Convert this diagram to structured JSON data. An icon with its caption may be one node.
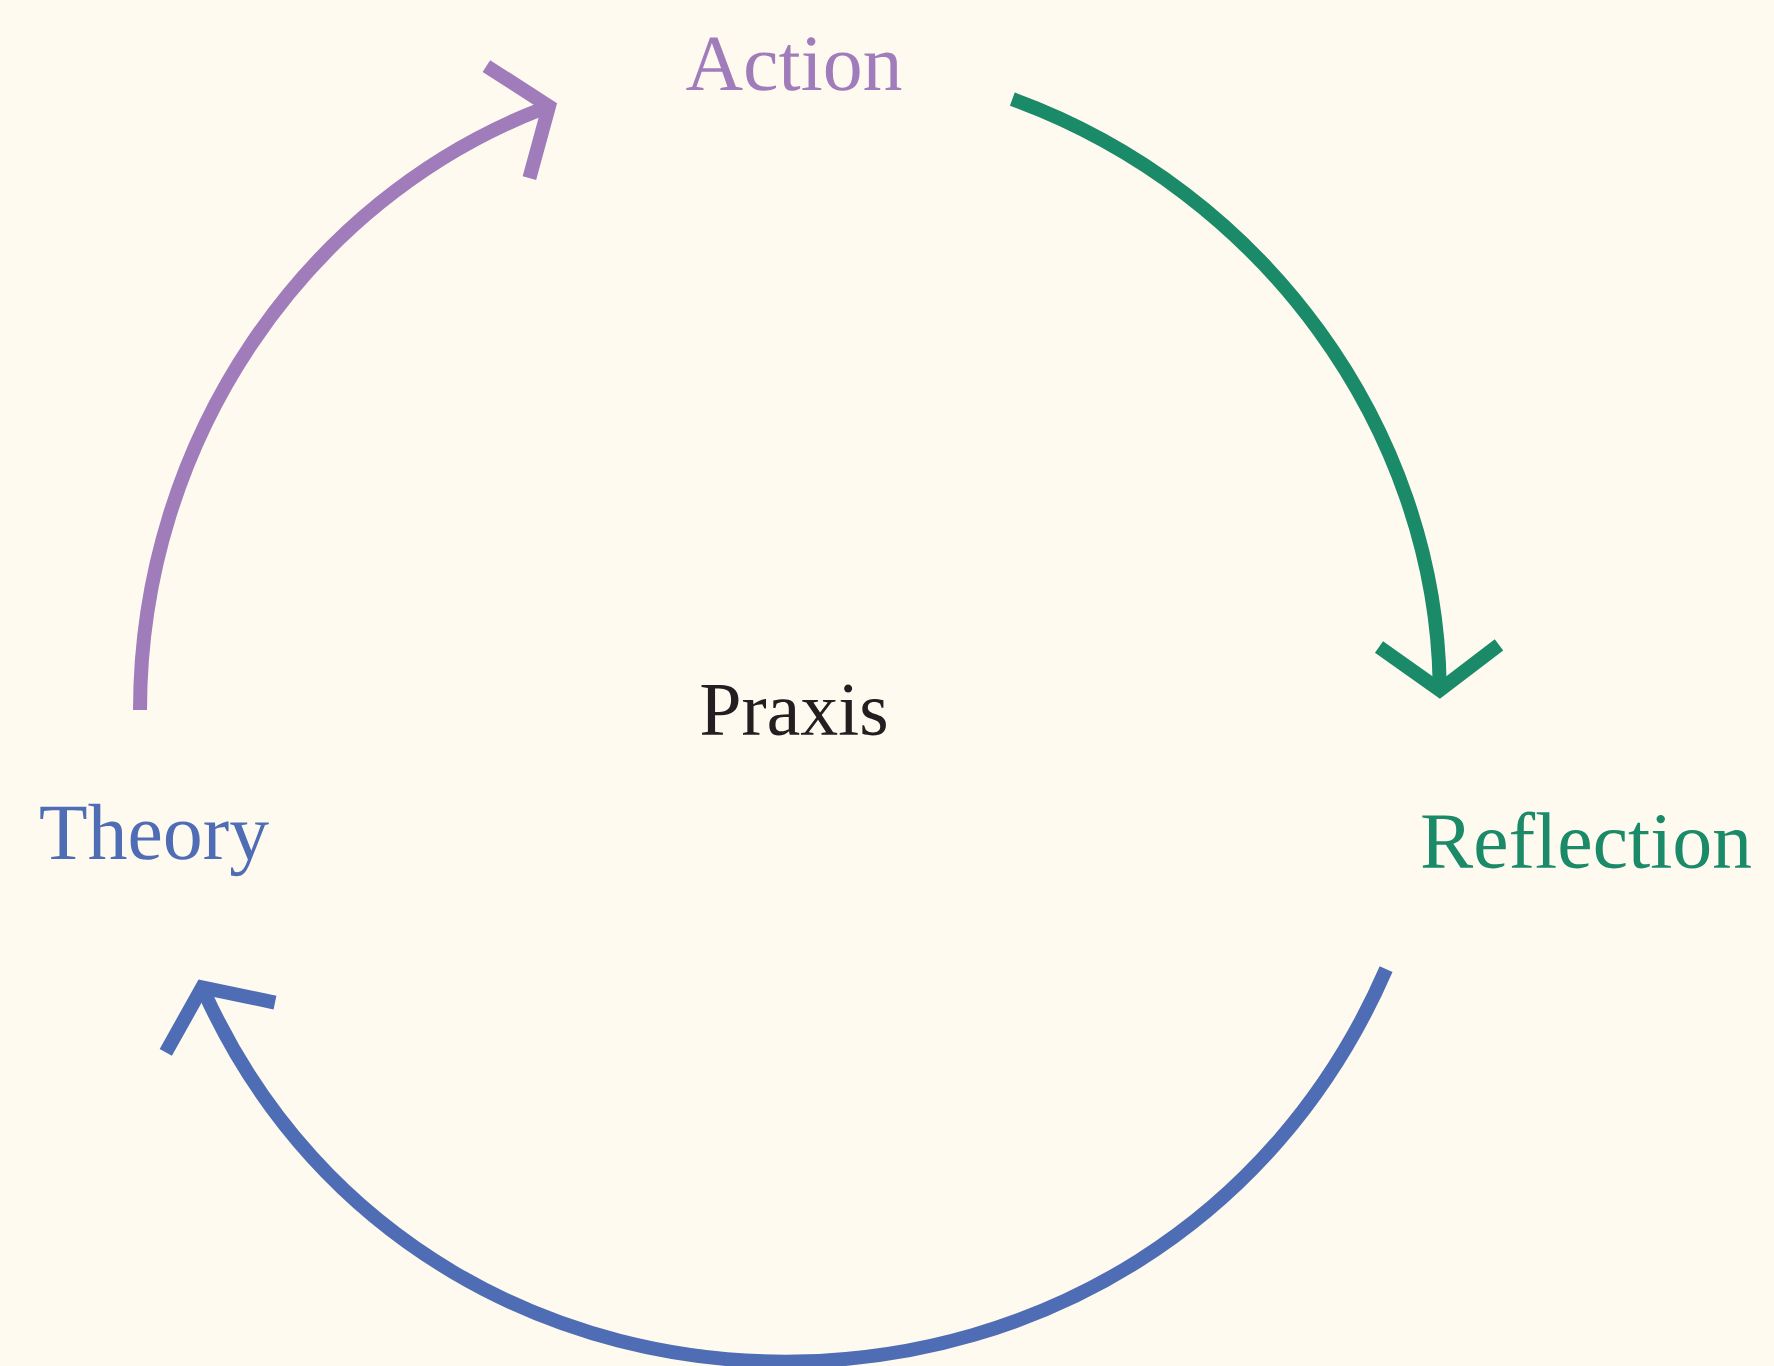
{
  "diagram": {
    "nodes": [
      {
        "text": [
          "Action"
        ]
      },
      {
        "text": [
          "Reflection"
        ]
      },
      {
        "text": [
          "Theory"
        ]
      }
    ],
    "edges": [
      {
        "from": 0,
        "to": 1,
        "arrow": "to",
        "color": "#1a8a68"
      },
      {
        "from": 1,
        "to": 2,
        "arrow": "to",
        "color": "#4e6db5"
      },
      {
        "from": 2,
        "to": 0,
        "arrow": "to",
        "color": "#a07cbb"
      }
    ],
    "labels": [
      "Praxis"
    ]
  }
}
